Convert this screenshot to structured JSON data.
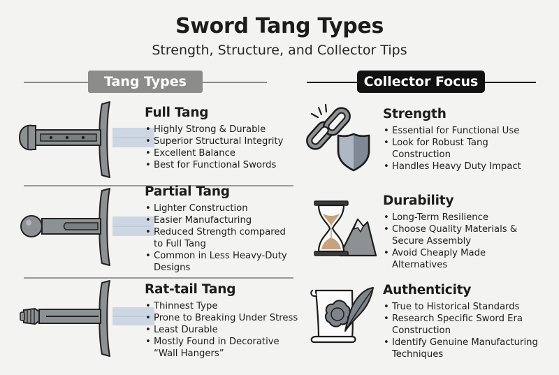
{
  "header": {
    "title": "Sword Tang Types",
    "subtitle": "Strength, Structure, and Collector Tips"
  },
  "left_column": {
    "heading": "Tang Types",
    "sections": [
      {
        "title": "Full Tang",
        "bullets": [
          "Highly Strong & Durable",
          "Superior Structural Integrity",
          "Excellent Balance",
          "Best for Functional Swords"
        ]
      },
      {
        "title": "Partial Tang",
        "bullets": [
          "Lighter Construction",
          "Easier Manufacturing",
          "Reduced Strength compared to Full Tang",
          "Common in Less Heavy-Duty Designs"
        ]
      },
      {
        "title": "Rat-tail Tang",
        "bullets": [
          "Thinnest Type",
          "Prone to Breaking Under Stress",
          "Least Durable",
          "Mostly Found in Decorative “Wall Hangers”"
        ]
      }
    ]
  },
  "right_column": {
    "heading": "Collector Focus",
    "sections": [
      {
        "title": "Strength",
        "bullets": [
          "Essential for Functional Use",
          "Look for Robust Tang Construction",
          "Handles Heavy Duty Impact"
        ]
      },
      {
        "title": "Durability",
        "bullets": [
          "Long-Term Resilience",
          "Choose Quality Materials & Secure Assembly",
          "Avoid Cheaply Made Alternatives"
        ]
      },
      {
        "title": "Authenticity",
        "bullets": [
          "True to Historical Standards",
          "Research Specific Sword Era Construction",
          "Identify Genuine Manufacturing Techniques"
        ]
      }
    ]
  },
  "colors": {
    "blade": "#cdd7e3",
    "guard": "#8d9194",
    "shield": "#aeb7c4",
    "sand": "#c7a27e",
    "pill_left": "#8c8c8a",
    "pill_right": "#111111"
  },
  "icons": [
    "full-tang-sword-icon",
    "partial-tang-sword-icon",
    "rat-tail-tang-sword-icon",
    "chain-shield-icon",
    "hourglass-mountain-icon",
    "scroll-seal-quill-icon"
  ]
}
